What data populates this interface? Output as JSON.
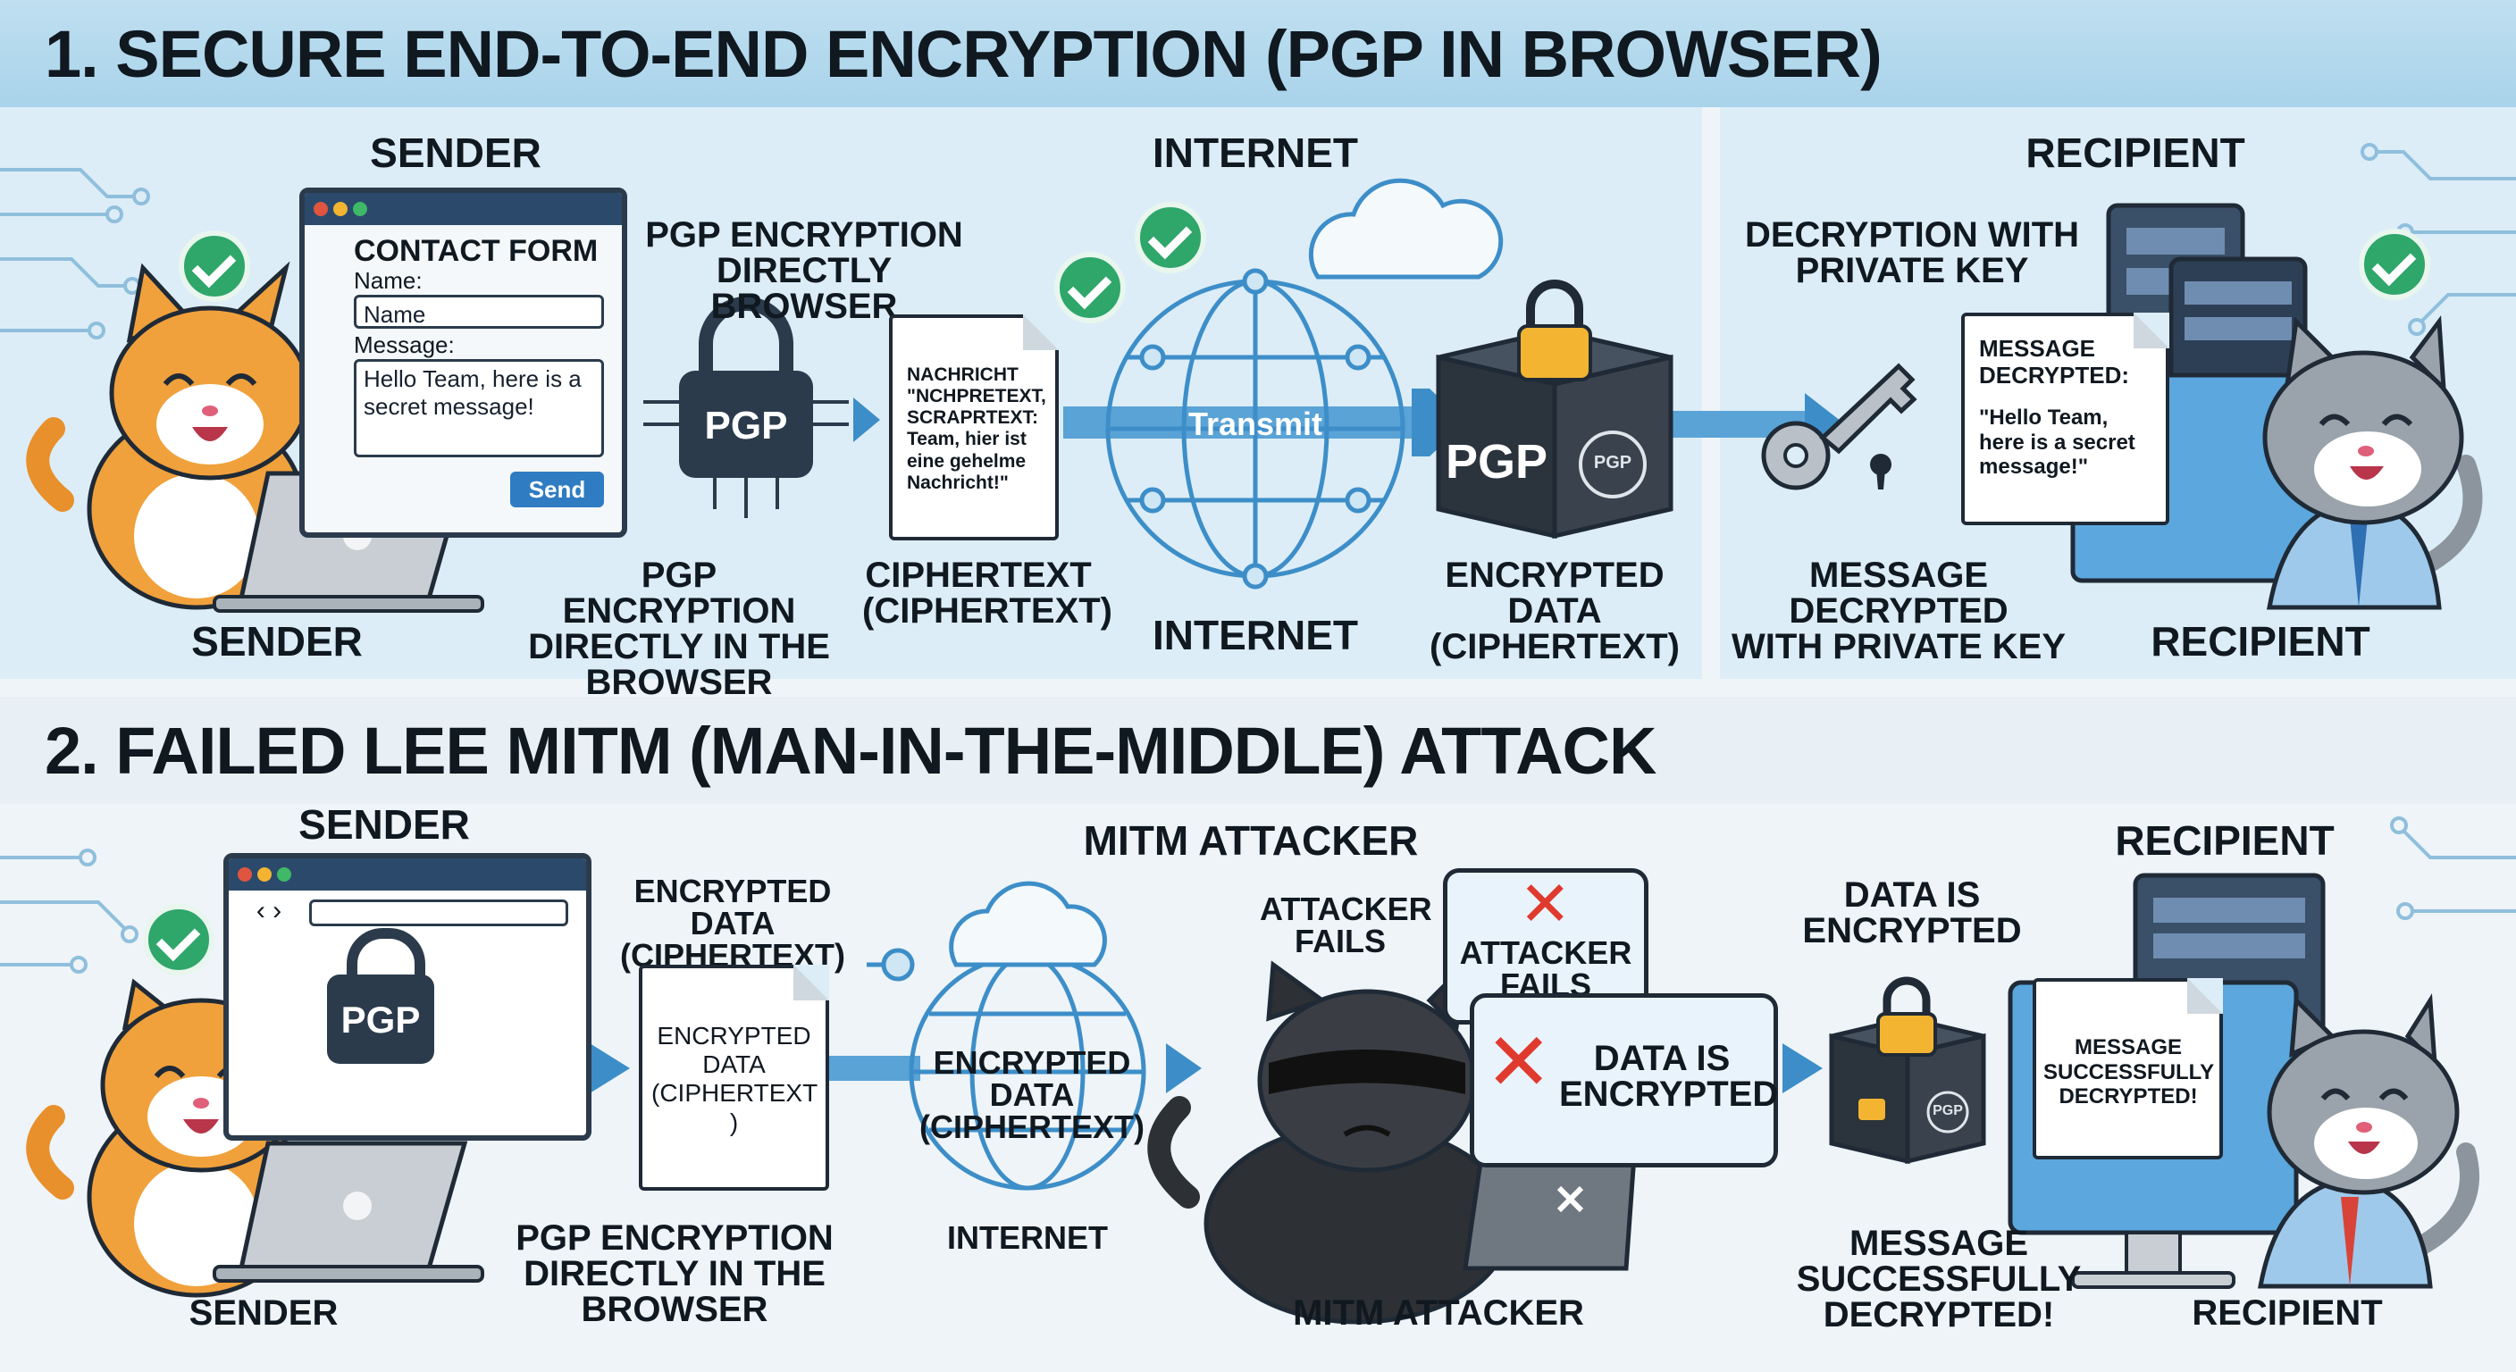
{
  "section1": {
    "title": "1. SECURE END-TO-END ENCRYPTION (PGP IN BROWSER)",
    "sender_top": "SENDER",
    "sender_bottom": "SENDER",
    "form": {
      "title": "CONTACT FORM",
      "name_label": "Name:",
      "name_value": "Name",
      "message_label": "Message:",
      "message_value": "Hello Team, here is a secret message!",
      "send_button": "Send"
    },
    "pgp_caption_top": "PGP ENCRYPTION\nDIRECTLY BROWSER",
    "pgp_badge": "PGP",
    "pgp_caption_bottom": "PGP ENCRYPTION\nDIRECTLY IN THE\nBROWSER",
    "cipher_doc_text": "NACHRICHT\n\"NCHPRETEXT,\nSCRAPRTEXT:\nTeam, hier ist\neine gehelme\nNachricht!\"",
    "cipher_caption": "CIPHERTEXT\n(CIPHERTEXT)",
    "internet_top": "INTERNET",
    "internet_bottom": "INTERNET",
    "transmit_label": "Transmit",
    "box_label": "PGP",
    "box_seal": "PGP",
    "encrypted_caption": "ENCRYPTED\nDATA\n(CIPHERTEXT)",
    "recipient_top": "RECIPIENT",
    "recipient_bottom": "RECIPIENT",
    "decrypt_caption_top": "DECRYPTION WITH\nPRIVATE KEY",
    "decrypted_doc_title": "MESSAGE\nDECRYPTED:",
    "decrypted_doc_body": "\"Hello Team,\nhere is a secret\nmessage!\"",
    "decrypt_caption_bottom": "MESSAGE\nDECRYPTED\nWITH PRIVATE KEY"
  },
  "section2": {
    "title": "2. FAILED LEE MITM (MAN-IN-THE-MIDDLE) ATTACK",
    "sender_top": "SENDER",
    "sender_bottom": "SENDER",
    "pgp_badge": "PGP",
    "encrypted_caption_top": "ENCRYPTED DATA\n(CIPHERTEXT)",
    "encrypted_doc_text": "ENCRYPTED\nDATA\n(CIPHERTEXT\n)",
    "pgp_caption_bottom": "PGP ENCRYPTION\nDIRECTLY IN THE\nBROWSER",
    "internet_label": "ENCRYPTED DATA\n(CIPHERTEXT)",
    "internet_bottom": "INTERNET",
    "attacker_top": "MITM ATTACKER",
    "attacker_fails_small": "ATTACKER\nFAILS",
    "bubble1": "ATTACKER\nFAILS",
    "bubble2": "DATA IS\nENCRYPTED",
    "attacker_bottom": "MITM ATTACKER",
    "data_encrypted_top": "DATA IS\nENCRYPTED",
    "box_seal": "PGP",
    "recipient_top": "RECIPIENT",
    "recipient_bottom": "RECIPIENT",
    "success_doc": "MESSAGE\nSUCCESSFULLY\nDECRYPTED!",
    "success_caption": "MESSAGE\nSUCCESSFULLY\nDECRYPTED!"
  },
  "colors": {
    "title_band": "#a9d3ea",
    "panel": "#dcedf7",
    "accent_blue": "#2f7cc2",
    "check_green": "#2fa66a",
    "fail_red": "#e03a2e",
    "cat_orange": "#f0a13c",
    "cat_gray": "#9aa3ab",
    "cat_black": "#2d3035"
  },
  "icons": [
    "check-icon",
    "lock-icon",
    "cloud-icon",
    "globe-icon",
    "key-icon",
    "server-icon",
    "laptop-icon",
    "arrow-icon",
    "x-icon",
    "cat-icon"
  ]
}
